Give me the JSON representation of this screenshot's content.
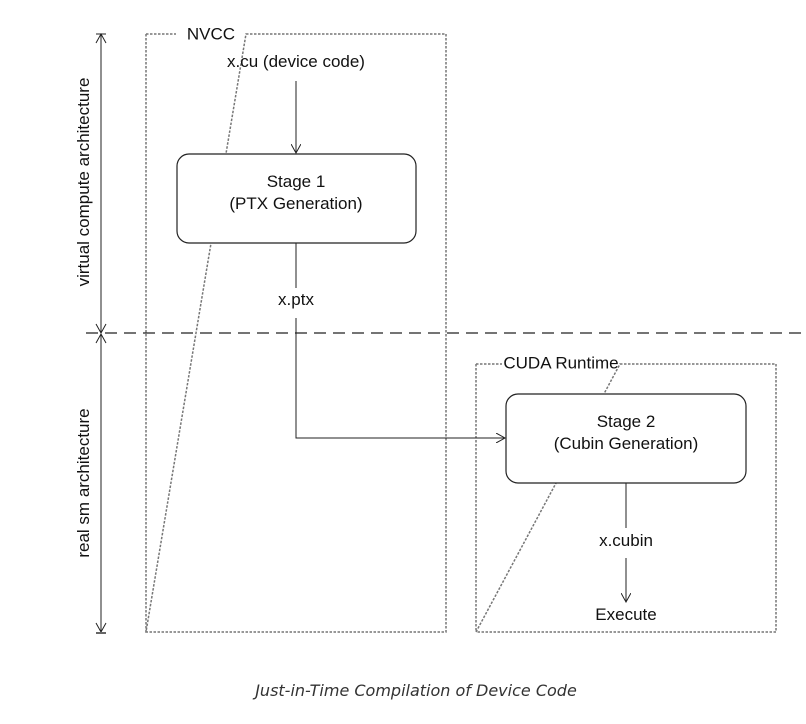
{
  "diagram": {
    "axis_labels": {
      "virtual": "virtual compute architecture",
      "real": "real sm architecture"
    },
    "groups": {
      "nvcc": "NVCC",
      "cuda_runtime": "CUDA Runtime"
    },
    "nodes": {
      "input": "x.cu (device code)",
      "stage1_title": "Stage 1",
      "stage1_sub": "(PTX Generation)",
      "ptx": "x.ptx",
      "stage2_title": "Stage 2",
      "stage2_sub": "(Cubin Generation)",
      "cubin": "x.cubin",
      "execute": "Execute"
    },
    "caption": "Just-in-Time Compilation of Device Code"
  }
}
